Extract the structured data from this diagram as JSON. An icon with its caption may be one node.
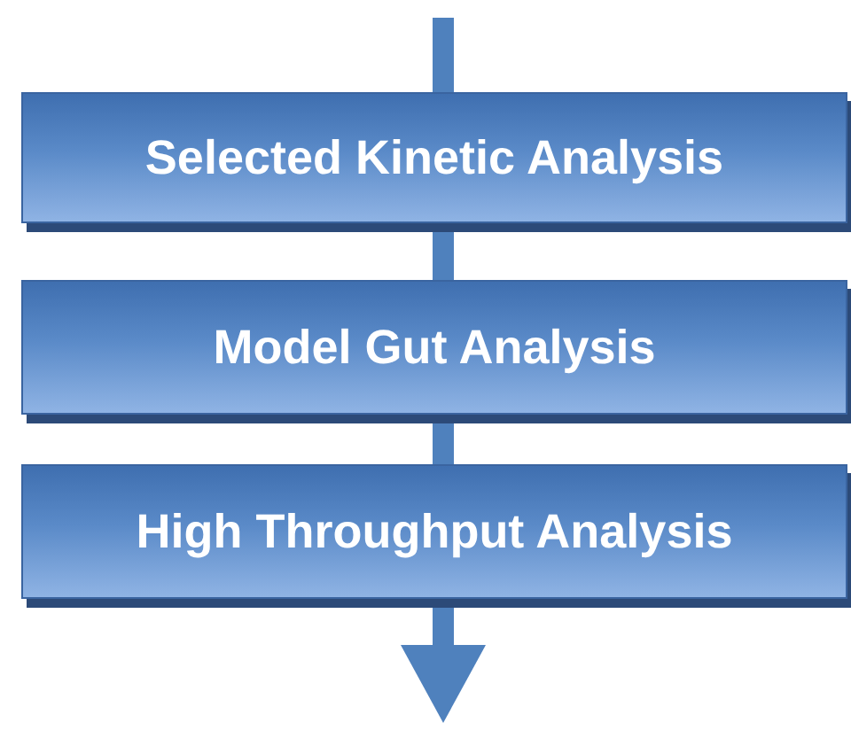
{
  "diagram": {
    "nodes": [
      {
        "text": [
          "Selected Kinetic Analysis"
        ]
      },
      {
        "text": [
          "Model Gut Analysis"
        ]
      },
      {
        "text": [
          "High Throughput Analysis"
        ]
      }
    ],
    "edges": [
      {
        "from": null,
        "to": 0,
        "arrow": "none"
      },
      {
        "from": 0,
        "to": 1,
        "arrow": "none"
      },
      {
        "from": 1,
        "to": 2,
        "arrow": "none"
      },
      {
        "from": 2,
        "to": null,
        "arrow": "to"
      }
    ]
  }
}
